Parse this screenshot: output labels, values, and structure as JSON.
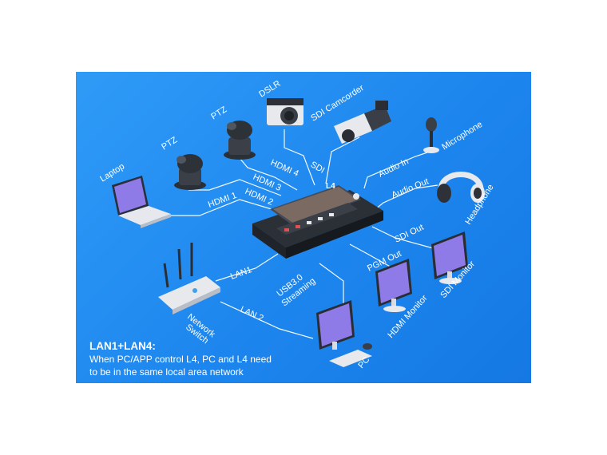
{
  "devices": {
    "laptop": "Laptop",
    "ptz_1": "PTZ",
    "ptz_2": "PTZ",
    "dslr": "DSLR",
    "sdi_camcorder": "SDI Camcorder",
    "microphone": "Microphone",
    "headphone": "Headphone",
    "network_switch_line1": "Network",
    "network_switch_line2": "Switch",
    "sdi_monitor": "SDI Monitor",
    "hdmi_monitor": "HDMI Monitor",
    "pc": "PC",
    "switcher_badge": "L4"
  },
  "connections": {
    "hdmi_1": "HDMI 1",
    "hdmi_2": "HDMI 2",
    "hdmi_3": "HDMI 3",
    "hdmi_4": "HDMI 4",
    "sdi": "SDI",
    "audio_in": "Audio In",
    "audio_out": "Audio Out",
    "sdi_out": "SDI Out",
    "pgm_out": "PGM Out",
    "usb_line1": "USB3.0",
    "usb_line2": "Streaming",
    "lan_1": "LAN1",
    "lan_2": "LAN 2"
  },
  "note": {
    "title": "LAN1+LAN4:",
    "line1": "When PC/APP control L4, PC and L4 need",
    "line2": "to be in the same local area network"
  },
  "colors": {
    "background": "#1d86ee",
    "line": "#ffffff"
  }
}
